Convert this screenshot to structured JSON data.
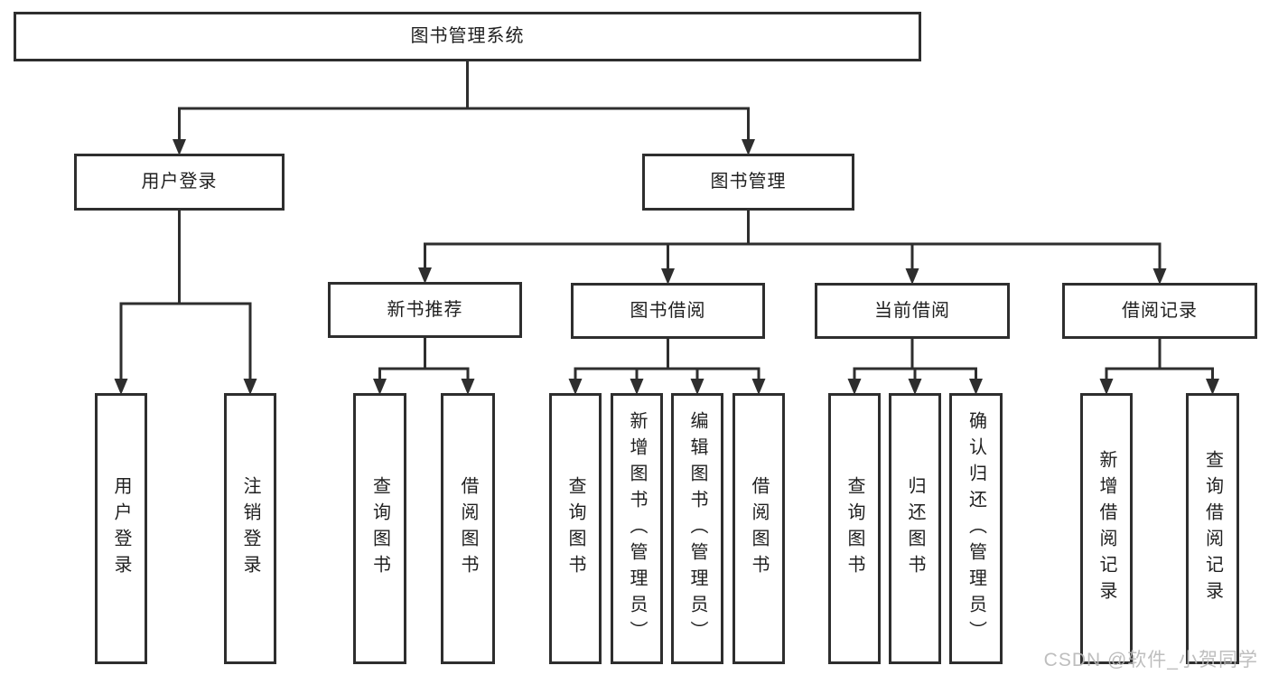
{
  "diagram": {
    "title": "图书管理系统",
    "hierarchy": {
      "label": "图书管理系统",
      "children": [
        {
          "label": "用户登录",
          "children": [
            {
              "label": "用户登录"
            },
            {
              "label": "注销登录"
            }
          ]
        },
        {
          "label": "图书管理",
          "children": [
            {
              "label": "新书推荐",
              "children": [
                {
                  "label": "查询图书"
                },
                {
                  "label": "借阅图书"
                }
              ]
            },
            {
              "label": "图书借阅",
              "children": [
                {
                  "label": "查询图书"
                },
                {
                  "label": "新增图书（管理员）"
                },
                {
                  "label": "编辑图书（管理员）"
                },
                {
                  "label": "借阅图书"
                }
              ]
            },
            {
              "label": "当前借阅",
              "children": [
                {
                  "label": "查询图书"
                },
                {
                  "label": "归还图书"
                },
                {
                  "label": "确认归还（管理员）"
                }
              ]
            },
            {
              "label": "借阅记录",
              "children": [
                {
                  "label": "新增借阅记录"
                },
                {
                  "label": "查询借阅记录"
                }
              ]
            }
          ]
        }
      ]
    }
  },
  "nodes": {
    "root": "图书管理系统",
    "user_login": "用户登录",
    "book_mgmt": "图书管理",
    "new_book_rec": "新书推荐",
    "book_borrow": "图书借阅",
    "current_borrow": "当前借阅",
    "borrow_record": "借阅记录",
    "user_login_leaf": "用户登录",
    "logout_leaf": "注销登录",
    "query_book_1": "查询图书",
    "borrow_book_1": "借阅图书",
    "query_book_2": "查询图书",
    "add_book_admin": "新增图书（管理员）",
    "edit_book_admin": "编辑图书（管理员）",
    "borrow_book_2": "借阅图书",
    "query_book_3": "查询图书",
    "return_book": "归还图书",
    "confirm_return_admin": "确认归还（管理员）",
    "add_borrow_record": "新增借阅记录",
    "query_borrow_record": "查询借阅记录"
  },
  "watermark": {
    "text": "CSDN @软件_小贺同学"
  },
  "colors": {
    "line": "#2e2e2e",
    "ink": "#1f1f1f",
    "watermark": "#b7b7b7",
    "background": "#ffffff"
  }
}
